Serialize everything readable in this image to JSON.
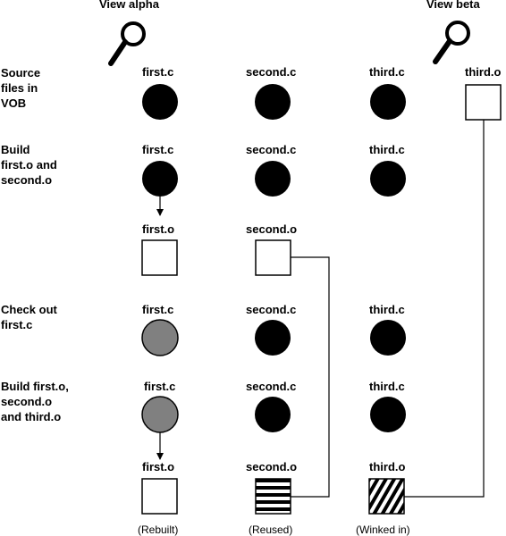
{
  "views": {
    "alpha": {
      "label": "View alpha",
      "icon": "magnifier-icon"
    },
    "beta": {
      "label": "View beta",
      "icon": "magnifier-icon"
    }
  },
  "steps": [
    {
      "id": "source",
      "lines": [
        "Source",
        "files in",
        "VOB"
      ]
    },
    {
      "id": "build1",
      "lines": [
        "Build",
        "first.o and",
        "second.o"
      ]
    },
    {
      "id": "checkout",
      "lines": [
        "Check out",
        "first.c"
      ]
    },
    {
      "id": "build2",
      "lines": [
        "Build first.o,",
        "second.o",
        "and third.o"
      ]
    }
  ],
  "files": {
    "first_c": "first.c",
    "second_c": "second.c",
    "third_c": "third.c",
    "first_o": "first.o",
    "second_o": "second.o",
    "third_o": "third.o"
  },
  "captions": {
    "rebuilt": "(Rebuilt)",
    "reused": "(Reused)",
    "winked": "(Winked in)"
  },
  "legend": {
    "source_fill": "#000000",
    "checked_out_fill": "#808080",
    "derived_fill": "#ffffff"
  }
}
